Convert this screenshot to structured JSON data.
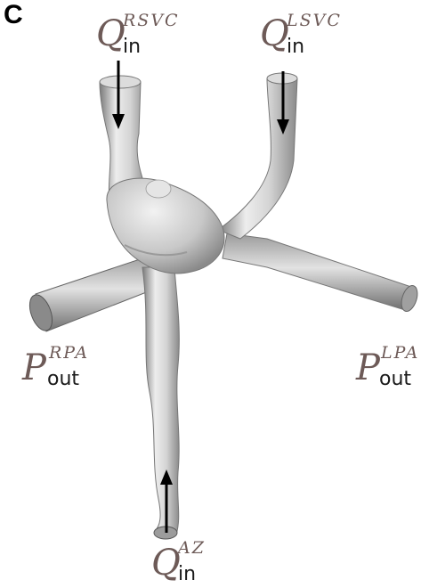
{
  "panel_letter": "C",
  "labels": {
    "q_rsvc": {
      "symbol": "Q",
      "superscript": "RSVC",
      "subscript": "in"
    },
    "q_lsvc": {
      "symbol": "Q",
      "superscript": "LSVC",
      "subscript": "in"
    },
    "p_rpa": {
      "symbol": "P",
      "superscript": "RPA",
      "subscript": "out"
    },
    "p_lpa": {
      "symbol": "P",
      "superscript": "LPA",
      "subscript": "out"
    },
    "q_az": {
      "symbol": "Q",
      "superscript": "AZ",
      "subscript": "in"
    }
  },
  "colors": {
    "label": "#6d5a57",
    "vessel_light": "#e6e6e6",
    "vessel_mid": "#bdbdbd",
    "vessel_dark": "#6e6e6e",
    "arrow": "#000000"
  },
  "icons": [
    "flow-arrow-down",
    "flow-arrow-down",
    "flow-arrow-up"
  ]
}
